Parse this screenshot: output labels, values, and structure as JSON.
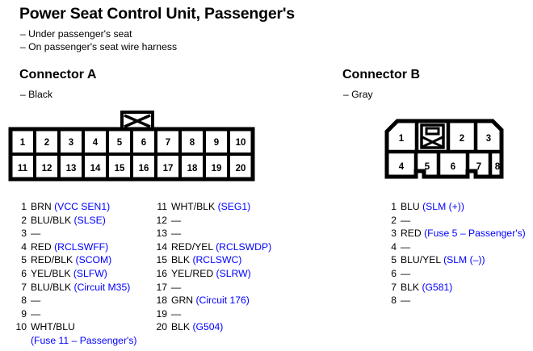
{
  "title": "Power Seat Control Unit, Passenger's",
  "subtitles": [
    "– Under passenger's seat",
    "– On passenger's seat wire harness"
  ],
  "colors": {
    "signal": "#0000ff",
    "text": "#000000",
    "outline": "#000000"
  },
  "connector_a": {
    "heading": "Connector A",
    "color_note": "– Black",
    "pin_count": 20,
    "rows": [
      [
        "1",
        "2",
        "3",
        "4",
        "5",
        "6",
        "7",
        "8",
        "9",
        "10"
      ],
      [
        "11",
        "12",
        "13",
        "14",
        "15",
        "16",
        "17",
        "18",
        "19",
        "20"
      ]
    ],
    "pins": [
      {
        "n": "1",
        "wire": "BRN",
        "signal": "(VCC SEN1)"
      },
      {
        "n": "2",
        "wire": "BLU/BLK",
        "signal": "(SLSE)"
      },
      {
        "n": "3",
        "wire": "—",
        "signal": ""
      },
      {
        "n": "4",
        "wire": "RED",
        "signal": "(RCLSWFF)"
      },
      {
        "n": "5",
        "wire": "RED/BLK",
        "signal": "(SCOM)"
      },
      {
        "n": "6",
        "wire": "YEL/BLK",
        "signal": "(SLFW)"
      },
      {
        "n": "7",
        "wire": "BLU/BLK",
        "signal": "(Circuit M35)"
      },
      {
        "n": "8",
        "wire": "—",
        "signal": ""
      },
      {
        "n": "9",
        "wire": "—",
        "signal": ""
      },
      {
        "n": "10",
        "wire": "WHT/BLU",
        "signal": "",
        "signal_next_line": "(Fuse 11 – Passenger's)"
      },
      {
        "n": "11",
        "wire": "WHT/BLK",
        "signal": "(SEG1)"
      },
      {
        "n": "12",
        "wire": "—",
        "signal": ""
      },
      {
        "n": "13",
        "wire": "—",
        "signal": ""
      },
      {
        "n": "14",
        "wire": "RED/YEL",
        "signal": "(RCLSWDP)"
      },
      {
        "n": "15",
        "wire": "BLK",
        "signal": "(RCLSWC)"
      },
      {
        "n": "16",
        "wire": "YEL/RED",
        "signal": "(SLRW)"
      },
      {
        "n": "17",
        "wire": "—",
        "signal": ""
      },
      {
        "n": "18",
        "wire": "GRN",
        "signal": "(Circuit 176)"
      },
      {
        "n": "19",
        "wire": "—",
        "signal": ""
      },
      {
        "n": "20",
        "wire": "BLK",
        "signal": "(G504)"
      }
    ]
  },
  "connector_b": {
    "heading": "Connector B",
    "color_note": "– Gray",
    "pin_count": 8,
    "rows": [
      [
        "1",
        "2",
        "3"
      ],
      [
        "4",
        "5",
        "6",
        "7",
        "8"
      ]
    ],
    "pins": [
      {
        "n": "1",
        "wire": "BLU",
        "signal": "(SLM (+))"
      },
      {
        "n": "2",
        "wire": "—",
        "signal": ""
      },
      {
        "n": "3",
        "wire": "RED",
        "signal": "(Fuse 5 – Passenger's)"
      },
      {
        "n": "4",
        "wire": "—",
        "signal": ""
      },
      {
        "n": "5",
        "wire": "BLU/YEL",
        "signal": "(SLM (–))"
      },
      {
        "n": "6",
        "wire": "—",
        "signal": ""
      },
      {
        "n": "7",
        "wire": "BLK",
        "signal": "(G581)"
      },
      {
        "n": "8",
        "wire": "—",
        "signal": ""
      }
    ]
  }
}
